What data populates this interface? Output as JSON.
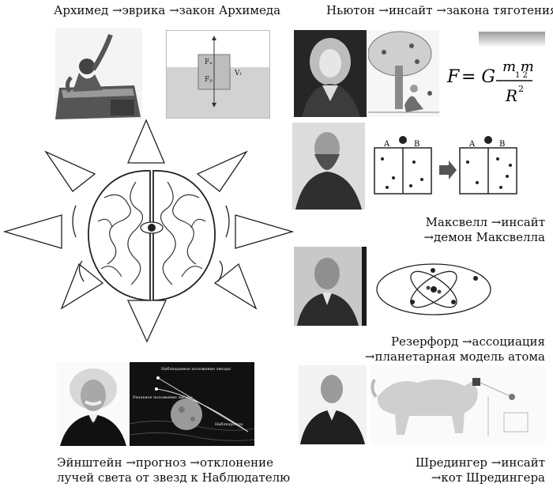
{
  "captions": {
    "archimedes": "Архимед →эврика →закон Архимеда",
    "newton": "Ньютон →инсайт →закона тяготения",
    "maxwell_line1": "Максвелл →инсайт",
    "maxwell_line2": "→демон Максвелла",
    "rutherford_line1": "Резерфорд →ассоциация",
    "rutherford_line2": "→планетарная модель атома",
    "einstein_line1": "Эйнштейн →прогноз →отклонение",
    "einstein_line2": "лучей света от звезд к Наблюдателю",
    "schrodinger_line1": "Шредингер →инсайт",
    "schrodinger_line2": "→кот Шредингера"
  },
  "archimedes_diagram": {
    "fa": "Fₐ",
    "fp": "Fₚ",
    "v": "Vₜ"
  },
  "newton_formula": {
    "f": "F",
    "eq": "= G",
    "m": "m m",
    "idx": "1  2",
    "r": "R",
    "pow": "2"
  },
  "maxwell_boxes": {
    "a": "A",
    "b": "B"
  },
  "einstein_labels": {
    "observed": "Наблюдаемое положение звезды",
    "real": "Реальное положение звезды",
    "observer": "Наблюдатель"
  }
}
